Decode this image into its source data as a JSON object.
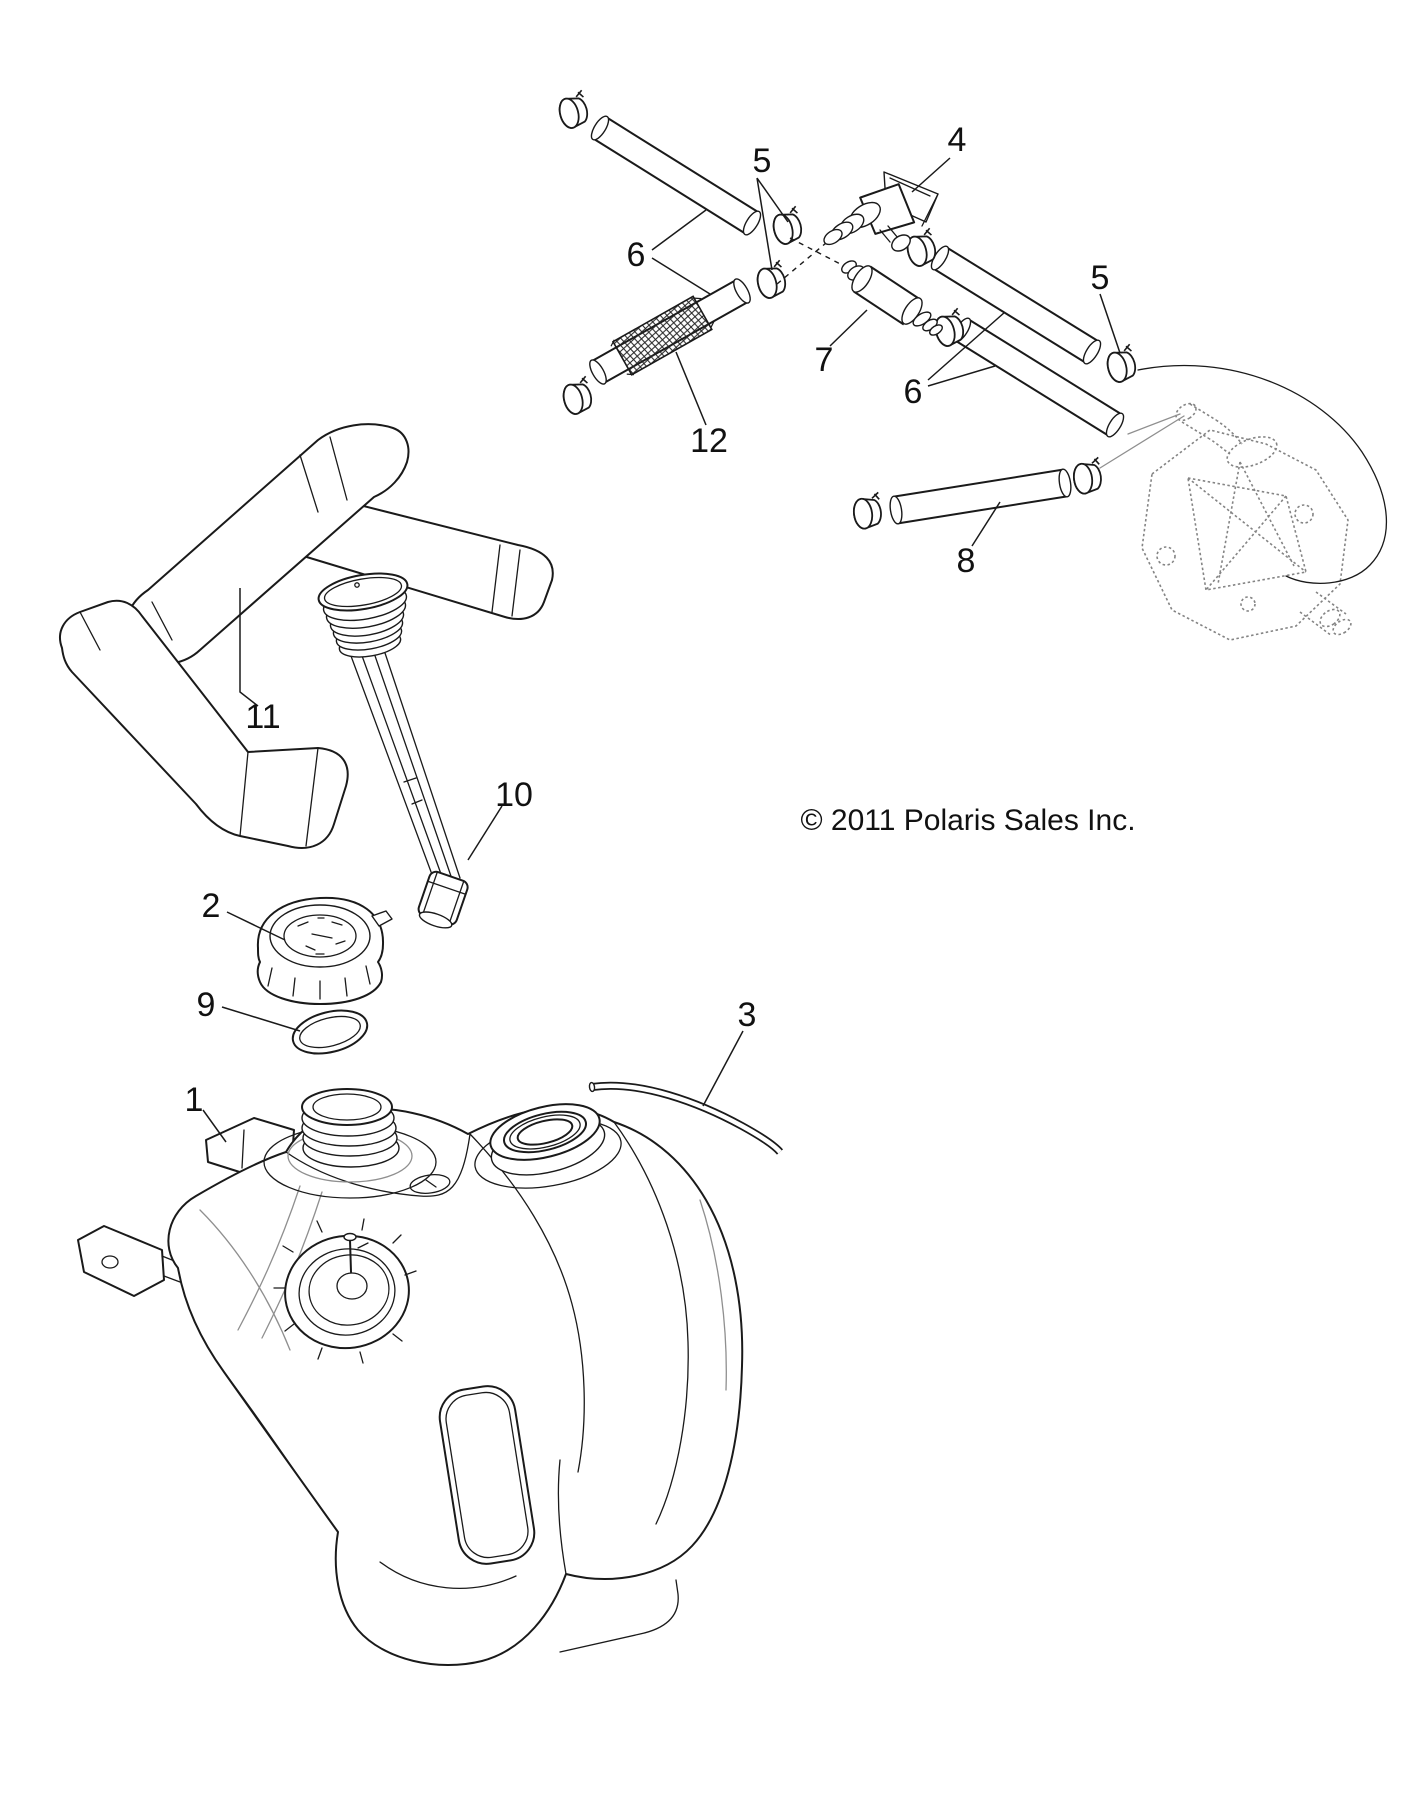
{
  "figure": {
    "copyright": "© 2011 Polaris Sales Inc.",
    "background_color": "#ffffff",
    "line_color": "#1a1a1a",
    "reference_part_color": "#848484"
  },
  "callouts": [
    {
      "num": "4",
      "part": "fuel-shutoff-valve"
    },
    {
      "num": "5",
      "part": "hose-clamp-center-pair"
    },
    {
      "num": "5",
      "part": "hose-clamp-right"
    },
    {
      "num": "6",
      "part": "fuel-line-upper-left"
    },
    {
      "num": "6",
      "part": "fuel-lines-right-pair"
    },
    {
      "num": "7",
      "part": "inline-fuel-filter"
    },
    {
      "num": "8",
      "part": "fuel-line-lower"
    },
    {
      "num": "12",
      "part": "sleeved-fuel-line"
    },
    {
      "num": "11",
      "part": "foam-pad-set"
    },
    {
      "num": "10",
      "part": "fuel-gauge-dipstick"
    },
    {
      "num": "2",
      "part": "fuel-cap"
    },
    {
      "num": "9",
      "part": "o-ring"
    },
    {
      "num": "1",
      "part": "fuel-tank"
    },
    {
      "num": "3",
      "part": "vent-line"
    }
  ]
}
